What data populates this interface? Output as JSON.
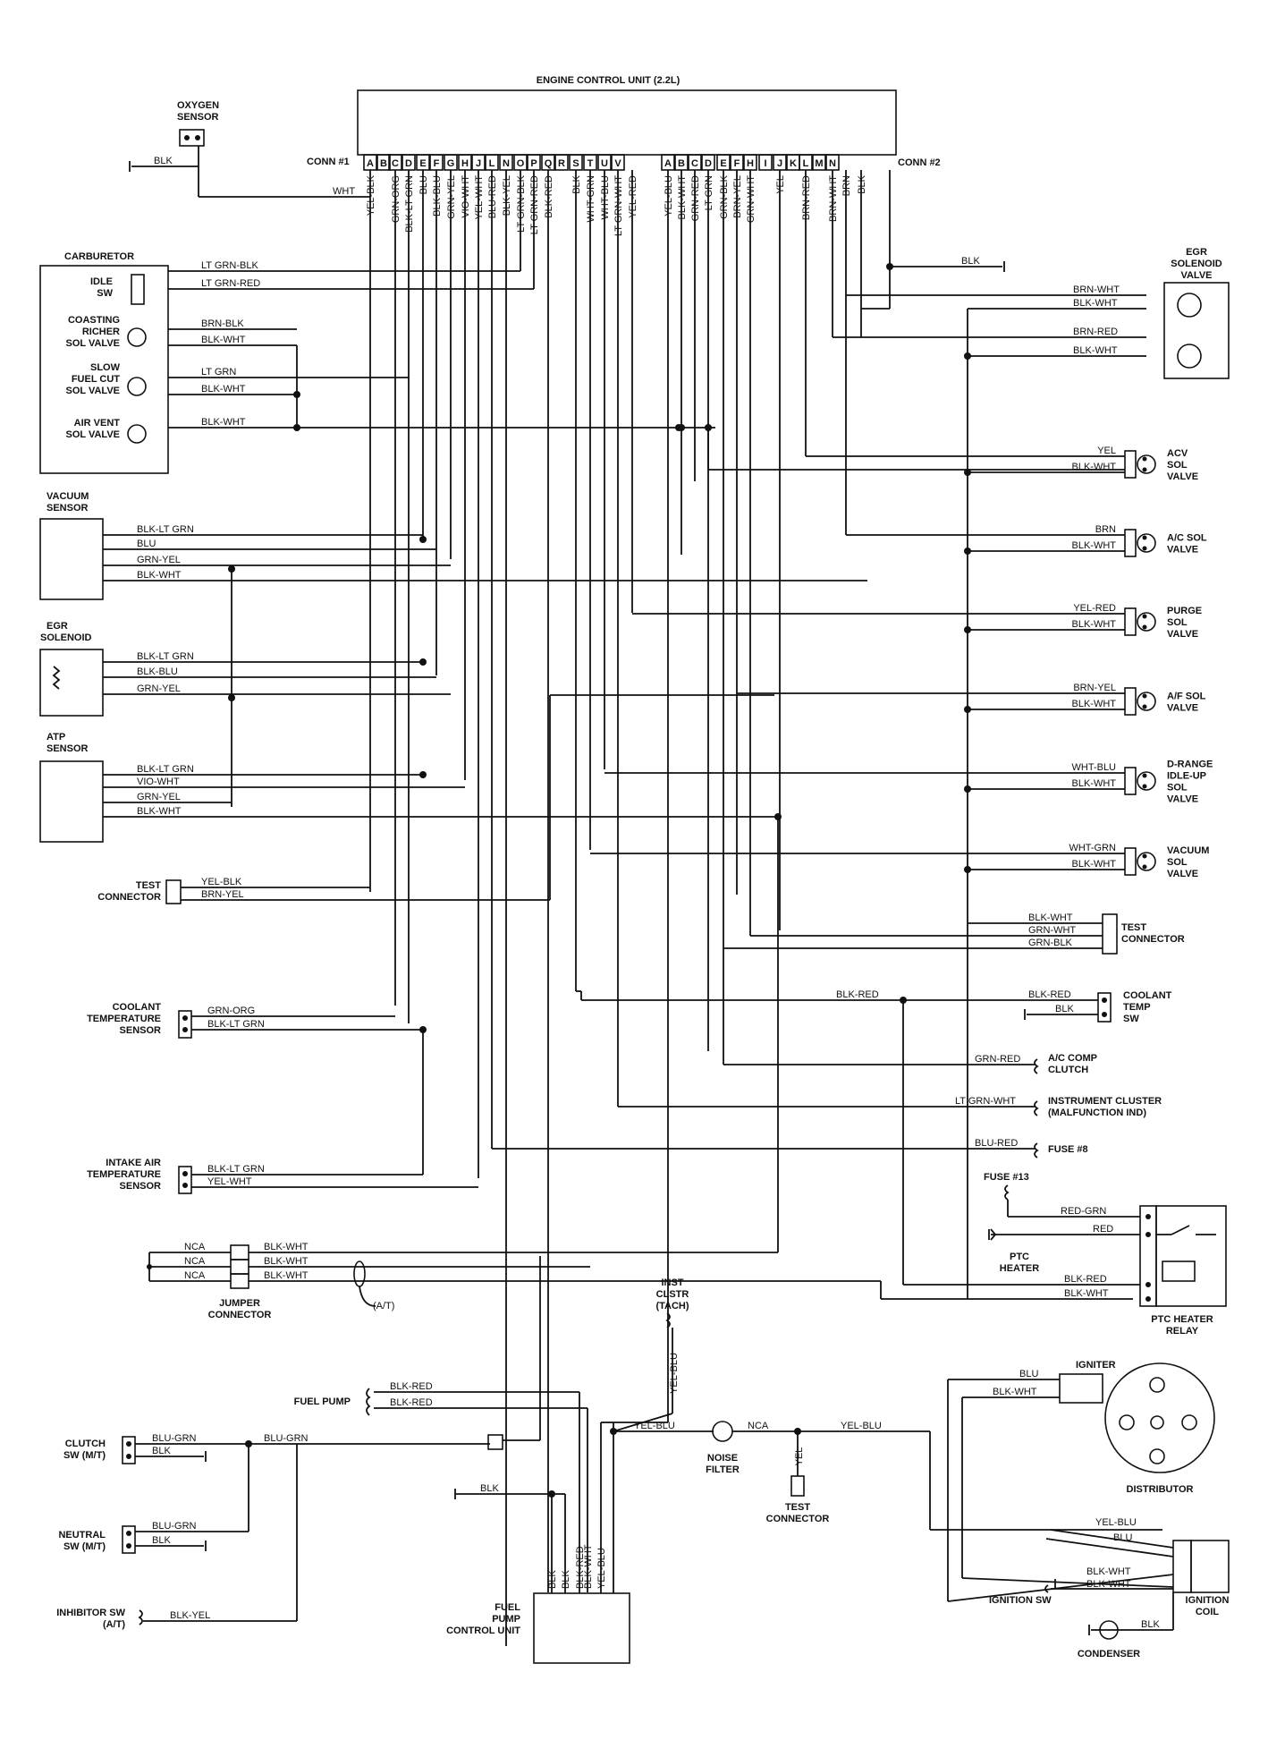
{
  "ecu": {
    "title": "ENGINE CONTROL UNIT (2.2L)",
    "conn1_label": "CONN #1",
    "conn2_label": "CONN #2",
    "conn1_pins": [
      "A",
      "B",
      "C",
      "D",
      "E",
      "F",
      "G",
      "H",
      "J",
      "L",
      "N",
      "O",
      "P",
      "Q",
      "R",
      "S",
      "T",
      "U",
      "V"
    ],
    "conn2_pins": [
      "A",
      "B",
      "C",
      "D",
      "E",
      "F",
      "H",
      "I",
      "J",
      "K",
      "L",
      "M",
      "N"
    ],
    "conn1_wires": [
      "YEL-BLK",
      "GRN-ORG",
      "BLK-LT GRN",
      "BLU",
      "BLK-BLU",
      "GRN-YEL",
      "VIO-WHT",
      "YEL-WHT",
      "BLU-RED",
      "BLK-YEL",
      "LT GRN-BLK",
      "LT GRN-RED",
      "BLK-RED",
      "BLK",
      "WHT-GRN",
      "WHT-BLU",
      "LT GRN-WHT",
      "YEL-RED"
    ],
    "conn2_wires": [
      "YEL-BLU",
      "BLK-WHT",
      "GRN-RED",
      "LT GRN",
      "GRN-BLK",
      "BRN-YEL",
      "GRN-WHT",
      "YEL",
      "BRN-RED",
      "BRN-WHT",
      "BRN",
      "BLK"
    ]
  },
  "left_components": {
    "oxygen_sensor": {
      "label": "OXYGEN SENSOR",
      "wires": [
        "BLK",
        "WHT"
      ]
    },
    "carburetor": {
      "label": "CARBURETOR",
      "idle_sw": "IDLE SW",
      "coasting": "COASTING RICHER SOL VALVE",
      "slow_fuel": "SLOW FUEL CUT SOL VALVE",
      "air_vent": "AIR VENT SOL VALVE",
      "wires": [
        "LT GRN-BLK",
        "LT GRN-RED",
        "BRN-BLK",
        "BLK-WHT",
        "LT GRN",
        "BLK-WHT",
        "BLK-WHT"
      ]
    },
    "vacuum_sensor": {
      "label": "VACUUM SENSOR",
      "wires": [
        "BLK-LT GRN",
        "BLU",
        "GRN-YEL",
        "BLK-WHT"
      ]
    },
    "egr_solenoid": {
      "label": "EGR SOLENOID",
      "wires": [
        "BLK-LT GRN",
        "BLK-BLU",
        "GRN-YEL"
      ]
    },
    "atp_sensor": {
      "label": "ATP SENSOR",
      "wires": [
        "BLK-LT GRN",
        "VIO-WHT",
        "GRN-YEL",
        "BLK-WHT"
      ]
    },
    "test_connector": {
      "label": "TEST CONNECTOR",
      "wires": [
        "YEL-BLK",
        "BRN-YEL"
      ]
    },
    "coolant_temp_sensor": {
      "label": "COOLANT TEMPERATURE SENSOR",
      "wires": [
        "GRN-ORG",
        "BLK-LT GRN"
      ]
    },
    "intake_air_sensor": {
      "label": "INTAKE AIR TEMPERATURE SENSOR",
      "wires": [
        "BLK-LT GRN",
        "YEL-WHT"
      ]
    },
    "jumper_connector": {
      "label": "JUMPER CONNECTOR",
      "nca": "NCA",
      "wires": [
        "BLK-WHT",
        "BLK-WHT",
        "BLK-WHT"
      ],
      "at": "(A/T)"
    },
    "fuel_pump": {
      "label": "FUEL PUMP",
      "wires": [
        "BLK-RED",
        "BLK-RED"
      ]
    },
    "clutch_sw": {
      "label": "CLUTCH SW (M/T)",
      "wires": [
        "BLU-GRN",
        "BLK",
        "BLU-GRN"
      ]
    },
    "neutral_sw": {
      "label": "NEUTRAL SW (M/T)",
      "wires": [
        "BLU-GRN",
        "BLK"
      ]
    },
    "inhibitor_sw": {
      "label": "INHIBITOR SW (A/T)",
      "wires": [
        "BLK-YEL"
      ]
    },
    "fpcu": {
      "label": "FUEL PUMP CONTROL UNIT",
      "wires": [
        "BLK",
        "BLK",
        "BLK-RED",
        "BLK-WHT",
        "YEL-BLU"
      ],
      "ground": "BLK"
    }
  },
  "right_components": {
    "ground_wire": "BLK",
    "egr_solenoid_valve": {
      "label": "EGR SOLENOID VALVE",
      "wires": [
        "BRN-WHT",
        "BLK-WHT",
        "BRN-RED",
        "BLK-WHT"
      ]
    },
    "acv_sol": {
      "label": "ACV SOL VALVE",
      "wires": [
        "YEL",
        "BLK-WHT"
      ]
    },
    "ac_sol": {
      "label": "A/C SOL VALVE",
      "wires": [
        "BRN",
        "BLK-WHT"
      ]
    },
    "purge_sol": {
      "label": "PURGE SOL VALVE",
      "wires": [
        "YEL-RED",
        "BLK-WHT"
      ]
    },
    "af_sol": {
      "label": "A/F SOL VALVE",
      "wires": [
        "BRN-YEL",
        "BLK-WHT"
      ]
    },
    "d_range": {
      "label": "D-RANGE IDLE-UP SOL VALVE",
      "wires": [
        "WHT-BLU",
        "BLK-WHT"
      ]
    },
    "vacuum_sol": {
      "label": "VACUUM SOL VALVE",
      "wires": [
        "WHT-GRN",
        "BLK-WHT"
      ]
    },
    "test_connector": {
      "label": "TEST CONNECTOR",
      "wires": [
        "BLK-WHT",
        "GRN-WHT",
        "GRN-BLK"
      ]
    },
    "coolant_temp_sw": {
      "label": "COOLANT TEMP SW",
      "wires": [
        "BLK-RED",
        "BLK-RED",
        "BLK"
      ]
    },
    "ac_comp": {
      "label": "A/C COMP CLUTCH",
      "wire": "GRN-RED"
    },
    "inst_cluster": {
      "label": "INSTRUMENT CLUSTER (MALFUNCTION IND)",
      "wire": "LT GRN-WHT"
    },
    "fuse8": {
      "label": "FUSE #8",
      "wire": "BLU-RED"
    },
    "fuse13": {
      "label": "FUSE #13"
    },
    "ptc_heater": {
      "label": "PTC HEATER"
    },
    "ptc_relay": {
      "label": "PTC HEATER RELAY",
      "wires": [
        "RED-GRN",
        "RED",
        "BLK-RED",
        "BLK-WHT"
      ]
    },
    "inst_clstr": {
      "label": "INST CLSTR (TACH)",
      "wire": "YEL-BLU"
    },
    "noise_filter": {
      "label": "NOISE FILTER",
      "nca": "NCA",
      "wires": [
        "YEL-BLU",
        "YEL-BLU"
      ]
    },
    "test_connector2": {
      "label": "TEST CONNECTOR",
      "wire": "YEL"
    },
    "igniter": {
      "label": "IGNITER",
      "wires": [
        "BLU",
        "BLK-WHT"
      ]
    },
    "distributor": {
      "label": "DISTRIBUTOR"
    },
    "ignition_coil": {
      "label": "IGNITION COIL",
      "wires": [
        "YEL-BLU",
        "BLU",
        "BLK-WHT",
        "BLK-WHT"
      ]
    },
    "ignition_sw": {
      "label": "IGNITION SW"
    },
    "condenser": {
      "label": "CONDENSER",
      "wire": "BLK"
    }
  }
}
